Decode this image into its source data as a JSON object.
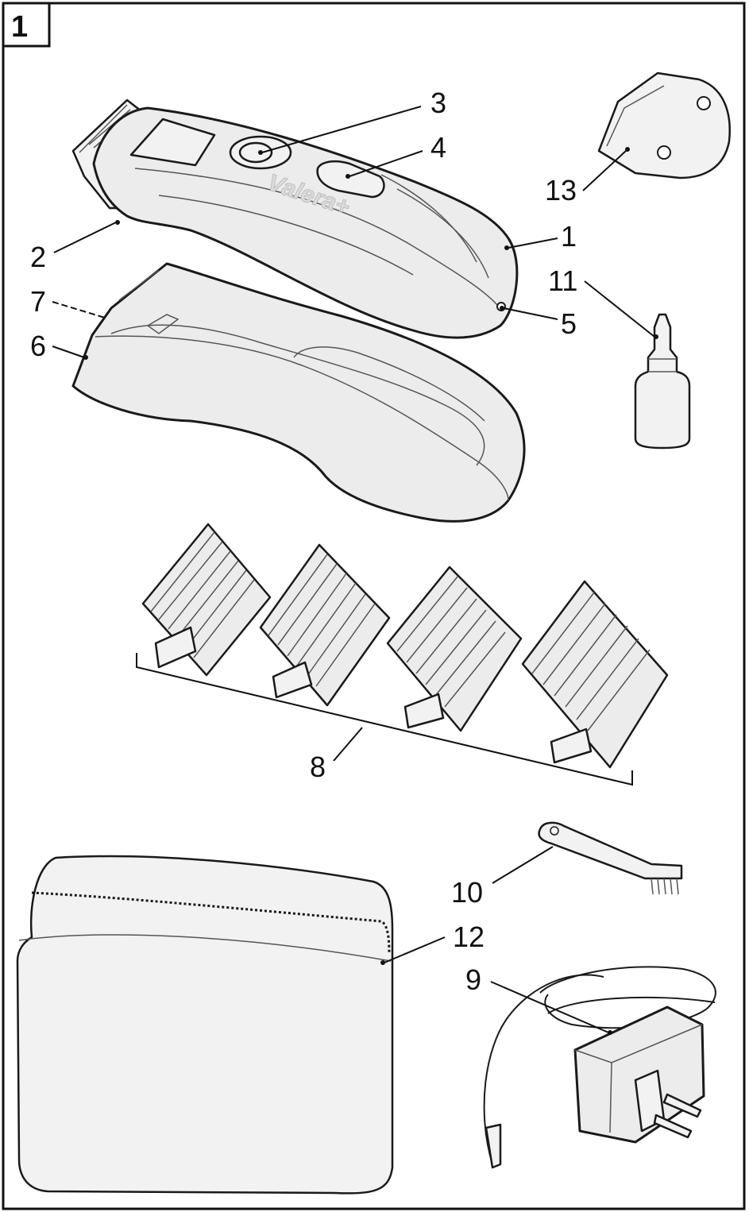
{
  "figure_number": "1",
  "brand_text": "Valera+",
  "labels": {
    "1": "1",
    "2": "2",
    "3": "3",
    "4": "4",
    "5": "5",
    "6": "6",
    "7": "7",
    "8": "8",
    "9": "9",
    "10": "10",
    "11": "11",
    "12": "12",
    "13": "13"
  },
  "colors": {
    "outline": "#1a1a1a",
    "fill": "#ececec",
    "background": "#ffffff"
  }
}
